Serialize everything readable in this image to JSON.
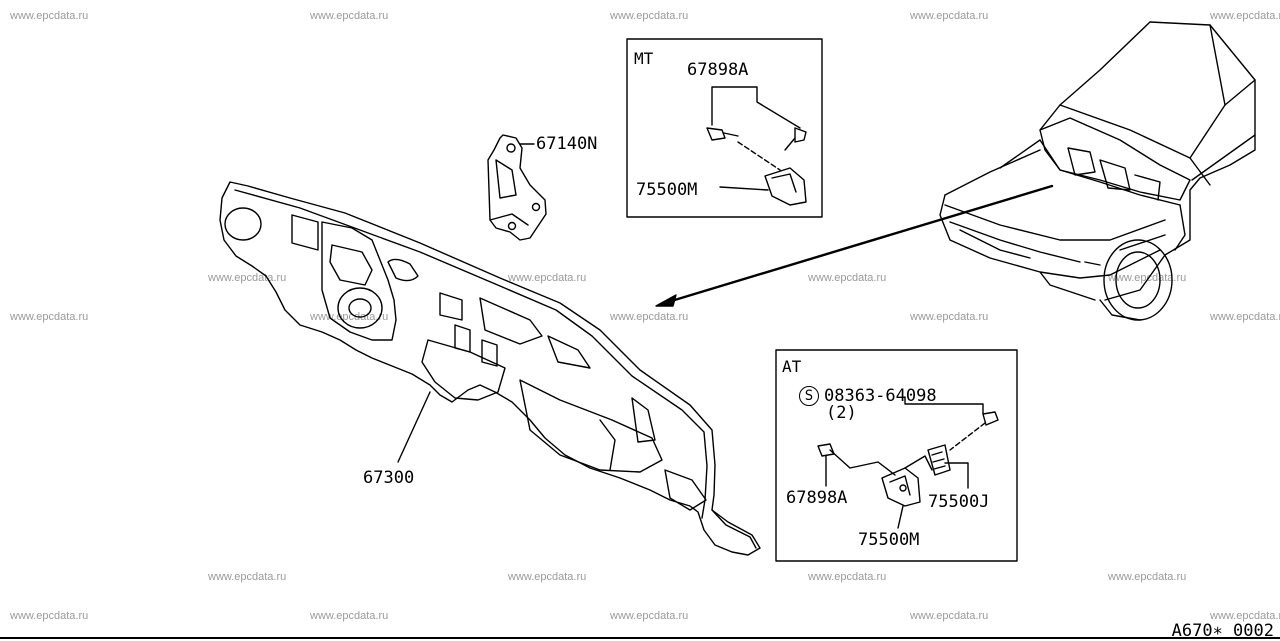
{
  "watermark": "www.epcdata.ru",
  "parts": {
    "dash_insulator": "67300",
    "bracket": "67140N",
    "mt_clip": "67898A",
    "mt_pad": "75500M",
    "at_screw": "08363-64098",
    "at_screw_qty": "(2)",
    "at_clip": "67898A",
    "at_pad_m": "75500M",
    "at_pad_j": "75500J"
  },
  "boxes": {
    "mt_title": "MT",
    "at_title": "AT"
  },
  "symbols": {
    "screw_symbol": "S"
  },
  "diagram_code": "A670∗ 0002"
}
